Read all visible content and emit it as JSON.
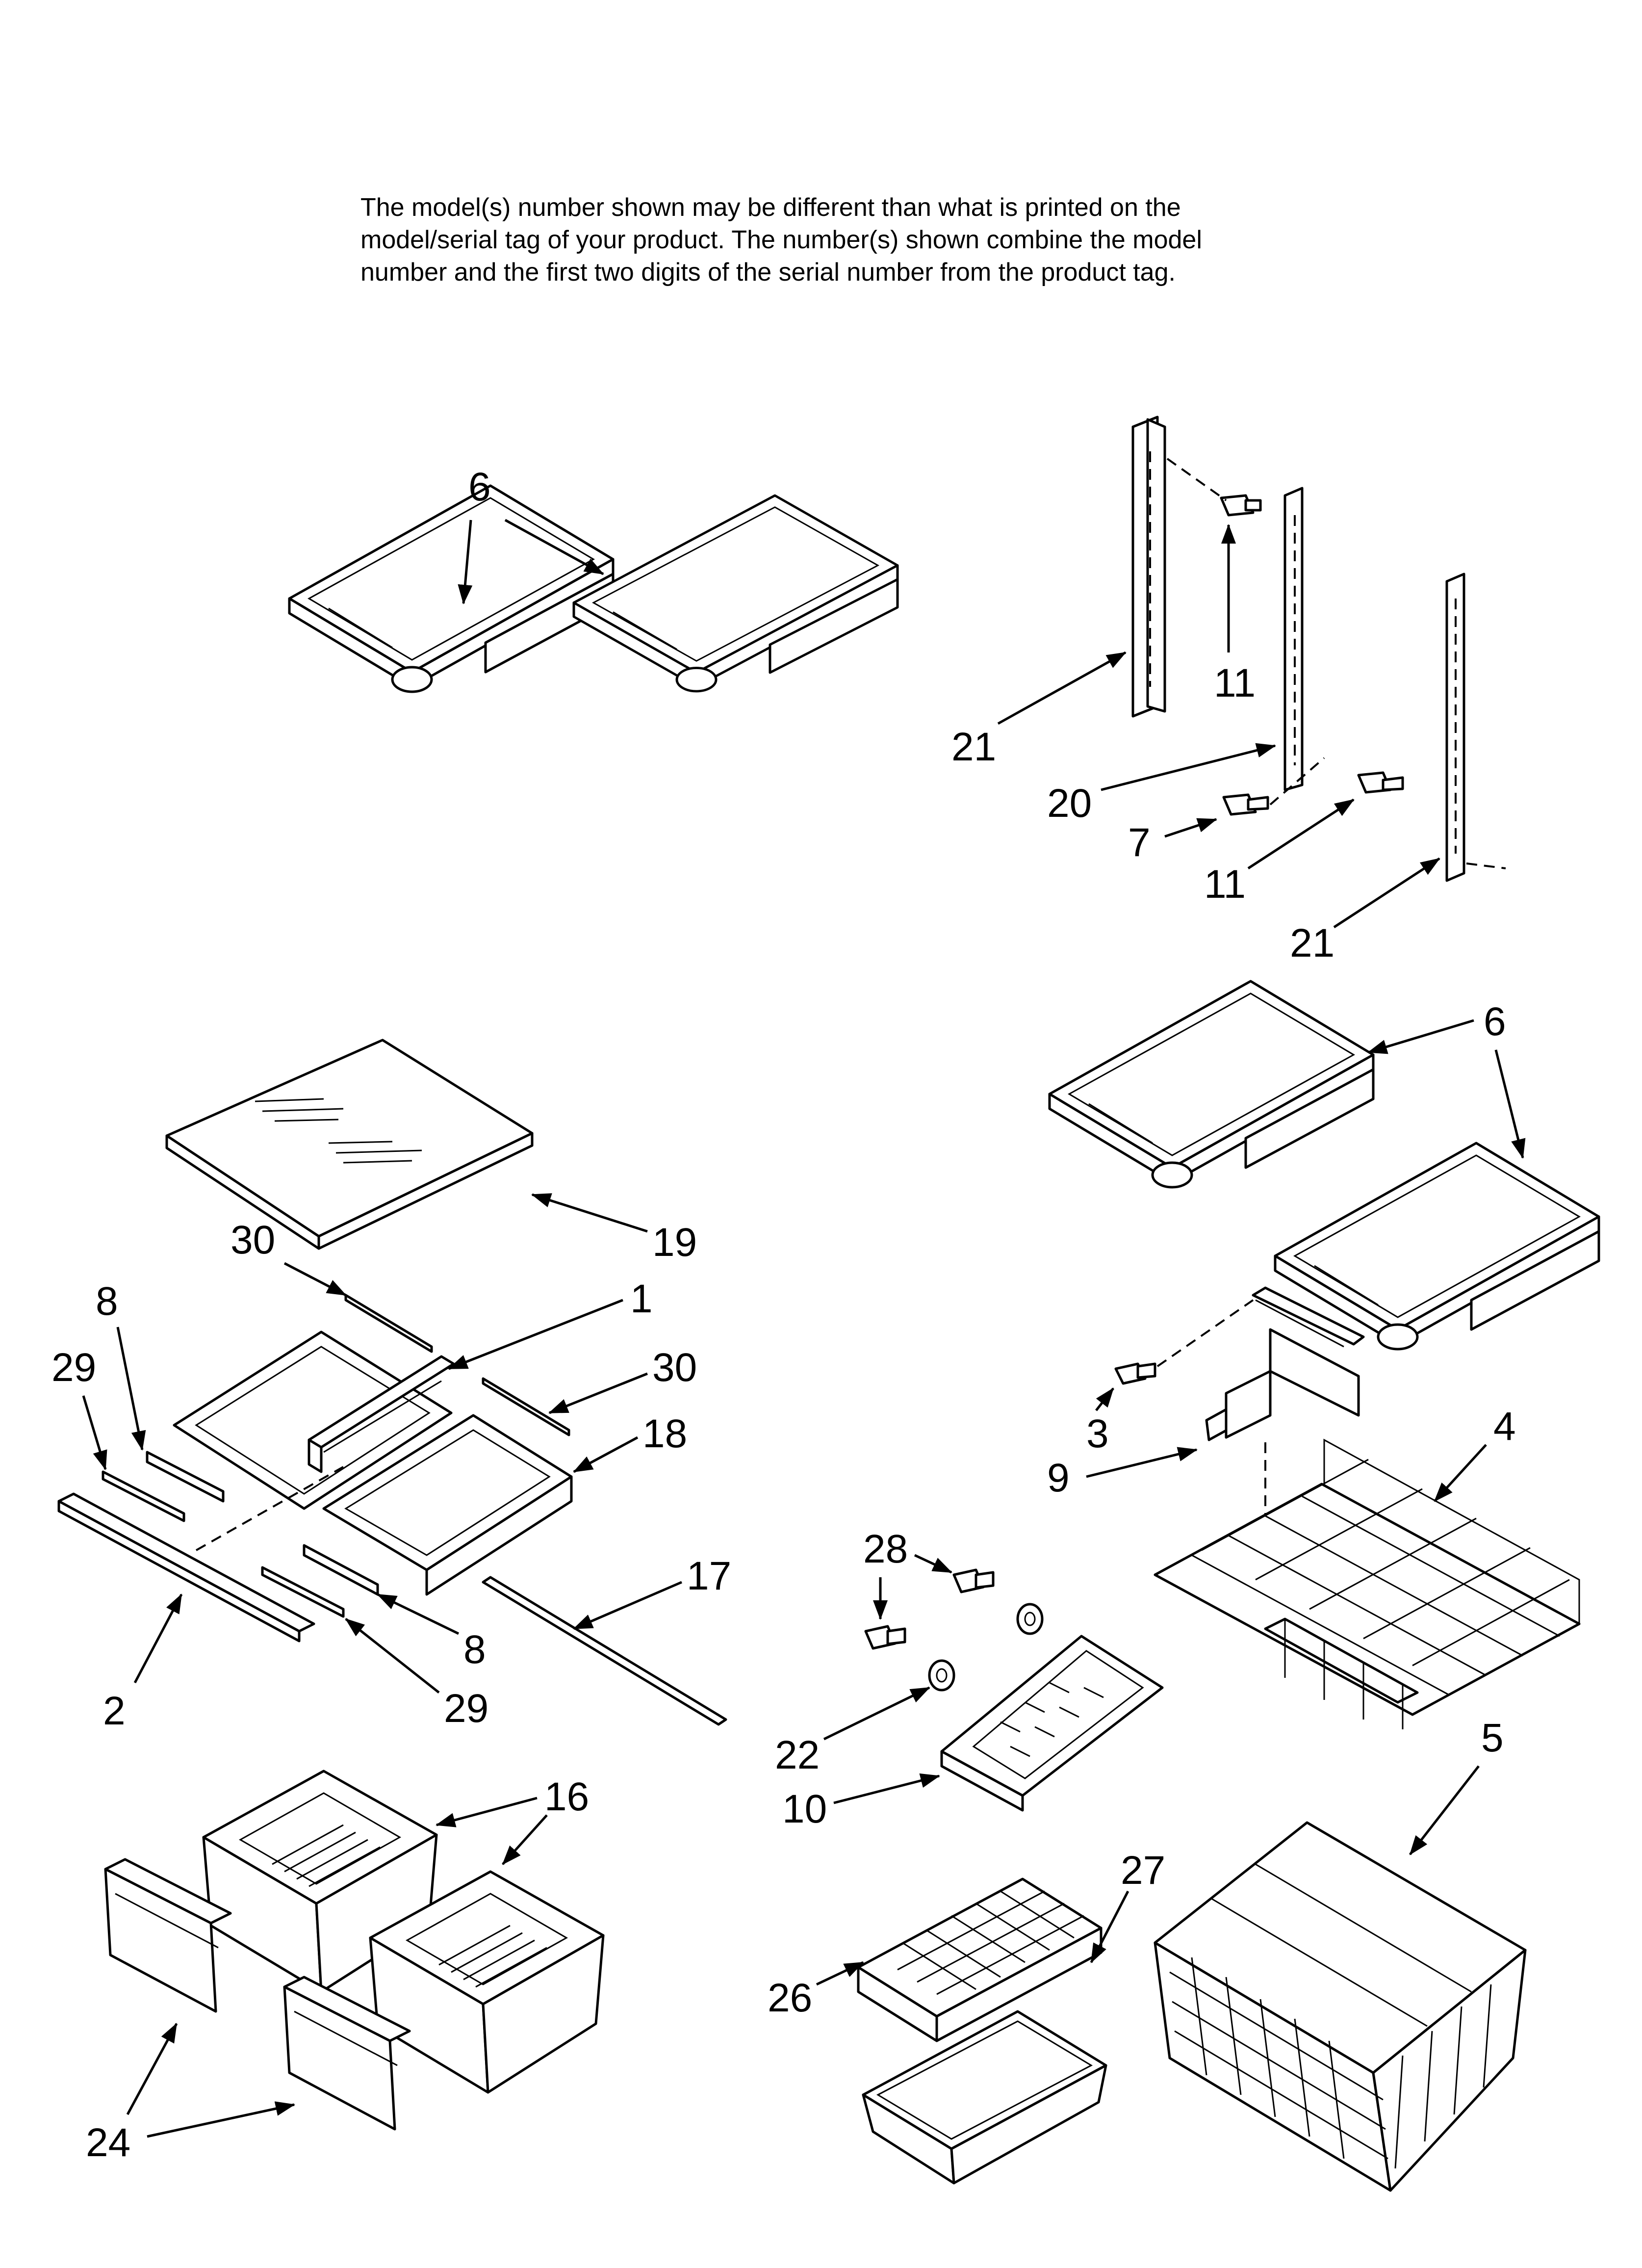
{
  "header": {
    "note_lines": [
      "The model(s) number shown may be different than what is printed on the",
      "model/serial tag of your product. The number(s) shown combine the model",
      "number and the first two digits of the serial number from the product tag."
    ]
  },
  "callouts": {
    "c6a": "6",
    "c6b": "6",
    "c21a": "21",
    "c21b": "21",
    "c11a": "11",
    "c11b": "11",
    "c20": "20",
    "c7": "7",
    "c19": "19",
    "c30a": "30",
    "c30b": "30",
    "c1": "1",
    "c8a": "8",
    "c8b": "8",
    "c29a": "29",
    "c29b": "29",
    "c18": "18",
    "c17": "17",
    "c2": "2",
    "c3": "3",
    "c9": "9",
    "c4": "4",
    "c28": "28",
    "c22": "22",
    "c10": "10",
    "c16": "16",
    "c24": "24",
    "c5": "5",
    "c27": "27",
    "c26": "26"
  }
}
